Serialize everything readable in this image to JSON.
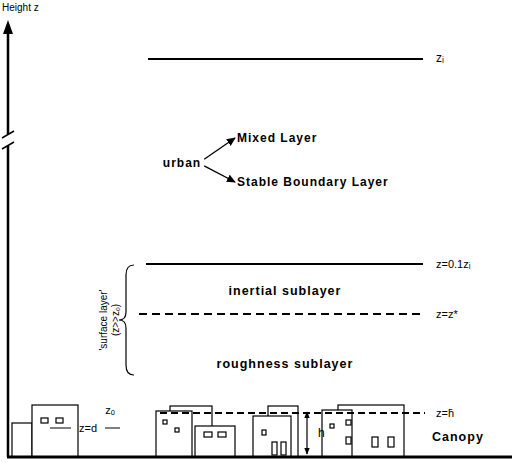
{
  "diagram": {
    "nodes": [
      {
        "text": [
          "urban"
        ]
      },
      {
        "text": [
          "Mixed Layer"
        ]
      },
      {
        "text": [
          "Stable Boundary Layer"
        ]
      }
    ],
    "edges": [
      {
        "from": 0,
        "to": 1,
        "arrow": "to"
      },
      {
        "from": 0,
        "to": 2,
        "arrow": "to"
      }
    ],
    "labels": [
      "Height z",
      "zᵢ",
      "z=0.1zᵢ",
      "inertial sublayer",
      "z=z*",
      "roughness sublayer",
      "'surface layer'",
      "(z>>zₒ)",
      "zₒ",
      "z=d",
      "z=h̄",
      "h",
      "Canopy"
    ]
  }
}
